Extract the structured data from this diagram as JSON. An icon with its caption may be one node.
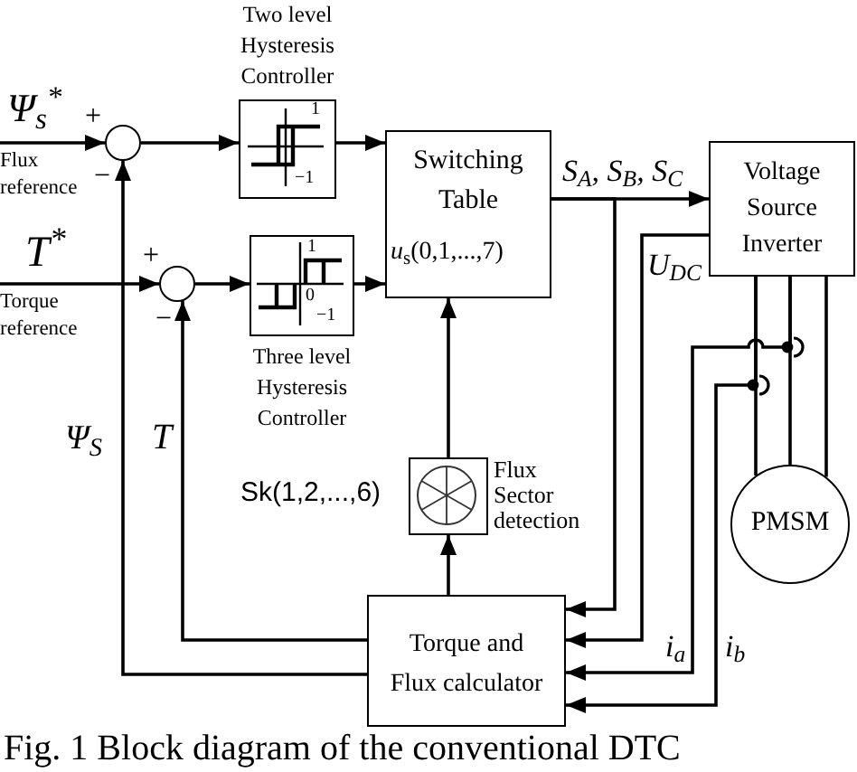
{
  "diagram": {
    "caption": "Fig. 1 Block diagram of the conventional DTC",
    "nodes": [
      {
        "text": [
          "Ψ$_{s}$$^{*}$",
          "Flux reference"
        ]
      },
      {
        "text": [],
        "shape": "circle",
        "beside": [
          "+",
          "−"
        ]
      },
      {
        "text": [
          "Two level Hysteresis Controller",
          "1",
          "−1"
        ]
      },
      {
        "text": [
          "Switching Table",
          "*u*$_{s}$(0,1,...,7)"
        ]
      },
      {
        "text": [
          "Voltage Source Inverter"
        ]
      },
      {
        "text": [
          "T$^{*}$",
          "Torque reference"
        ]
      },
      {
        "text": [],
        "shape": "circle",
        "beside": [
          "+",
          "−"
        ]
      },
      {
        "text": [
          "1",
          "0",
          "−1",
          "Three level Hysteresis Controller"
        ]
      },
      {
        "text": [
          "Flux Sector detection"
        ],
        "beside": [
          "Sk(1,2,...,6)"
        ]
      },
      {
        "text": [
          "PMSM"
        ]
      },
      {
        "text": [
          "Torque and Flux calculator"
        ]
      }
    ],
    "edges": [
      {
        "from": 0,
        "to": 1,
        "arrow": "to"
      },
      {
        "from": 1,
        "to": 2,
        "arrow": "to"
      },
      {
        "from": 2,
        "to": 3,
        "arrow": "to"
      },
      {
        "from": 5,
        "to": 6,
        "arrow": "to"
      },
      {
        "from": 6,
        "to": 7,
        "arrow": "to"
      },
      {
        "from": 7,
        "to": 3,
        "arrow": "to"
      },
      {
        "from": 3,
        "to": 4,
        "arrow": "to",
        "label": "S$_{A}$, S$_{B}$, S$_{C}$"
      },
      {
        "from": 3,
        "to": 10,
        "arrow": "to"
      },
      {
        "from": 4,
        "to": 10,
        "arrow": "to",
        "label": "U$_{DC}$"
      },
      {
        "from": 4,
        "to": 9,
        "arrow": "none"
      },
      {
        "from": 4,
        "to": 9,
        "arrow": "none"
      },
      {
        "from": 4,
        "to": 9,
        "arrow": "none"
      },
      {
        "from": 4,
        "to": 10,
        "arrow": "to",
        "label": "i$_{a}$"
      },
      {
        "from": 4,
        "to": 10,
        "arrow": "to",
        "label": "i$_{b}$"
      },
      {
        "from": 10,
        "to": 1,
        "arrow": "to",
        "label": "Ψ$_{S}$"
      },
      {
        "from": 10,
        "to": 6,
        "arrow": "to",
        "label": "T"
      },
      {
        "from": 10,
        "to": 8,
        "arrow": "to"
      },
      {
        "from": 8,
        "to": 3,
        "arrow": "to"
      }
    ]
  }
}
